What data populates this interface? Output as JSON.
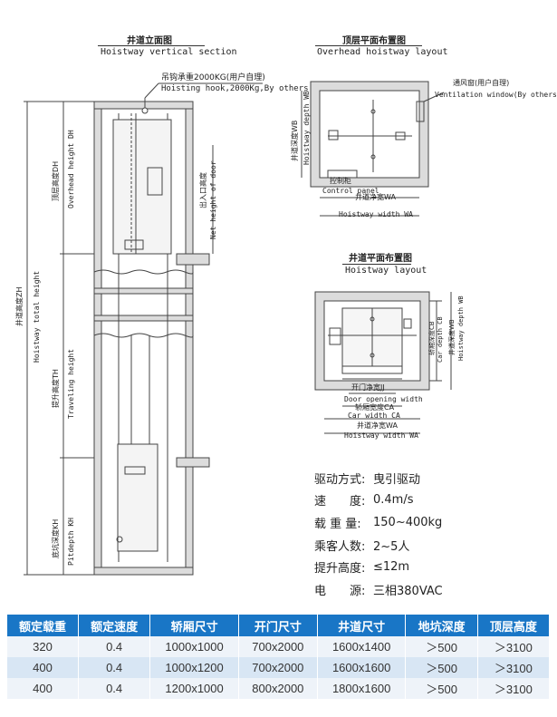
{
  "vertical_section": {
    "title_cn": "井道立面图",
    "title_en": "Hoistway vertical section",
    "hook_cn": "吊钩承重2000KG(用户自理)",
    "hook_en": "Hoisting hook,2000Kg,By others",
    "overhead_cn": "顶层高度DH",
    "overhead_en": "Overhead height DH",
    "total_cn": "井道高度ZH",
    "total_en": "Hoistway total height",
    "travel_cn": "提升高度TH",
    "travel_en": "Traveling height",
    "pit_cn": "底坑深度KH",
    "pit_en": "Pitdepth KH",
    "door_cn": "出入口高度",
    "door_en": "Net height of door"
  },
  "overhead_layout": {
    "title_cn": "顶层平面布置图",
    "title_en": "Overhead hoistway layout",
    "vent_cn": "通风窗(用户自理)",
    "vent_en": "Ventilation window(By others)",
    "depth_cn": "井道深度WB",
    "depth_en": "Hoistway depth WB",
    "panel_cn": "控制柜",
    "panel_en": "Control panel",
    "width_cn": "井道净宽WA",
    "width_en": "Hoistway width WA"
  },
  "hoistway_layout": {
    "title_cn": "井道平面布置图",
    "title_en": "Hoistway layout",
    "car_depth_cn": "轿厢深度CB",
    "car_depth_en": "Car depth CB",
    "hw_depth_cn": "井道深度WB",
    "hw_depth_en": "Hoistway depth WB",
    "door_cn": "开门净宽JJ",
    "door_en": "Door opening width",
    "car_cn": "轿厢宽度CA",
    "car_en": "Car width CA",
    "hw_width_cn": "井道净宽WA",
    "hw_width_en": "Hoistway width WA"
  },
  "specs": [
    {
      "label": "驱动方式:",
      "value": "曳引驱动"
    },
    {
      "label": "速　　度:",
      "value": "0.4m/s"
    },
    {
      "label": "载 重 量:",
      "value": "150~400kg"
    },
    {
      "label": "乘客人数:",
      "value": "2~5人"
    },
    {
      "label": "提升高度:",
      "value": "≤12m"
    },
    {
      "label": "电　　源:",
      "value": "三相380VAC"
    }
  ],
  "table": {
    "headers": [
      "额定载重",
      "额定速度",
      "轿厢尺寸",
      "开门尺寸",
      "井道尺寸",
      "地坑深度",
      "顶层高度"
    ],
    "rows": [
      [
        "320",
        "0.4",
        "1000x1000",
        "700x2000",
        "1600x1400",
        "＞500",
        "＞3100"
      ],
      [
        "400",
        "0.4",
        "1000x1200",
        "700x2000",
        "1600x1600",
        "＞500",
        "＞3100"
      ],
      [
        "400",
        "0.4",
        "1200x1000",
        "800x2000",
        "1800x1600",
        "＞500",
        "＞3100"
      ]
    ],
    "colors": {
      "header": "#1976c6",
      "row_light": "#eef3f9",
      "row_dark": "#d8e6f4"
    }
  }
}
